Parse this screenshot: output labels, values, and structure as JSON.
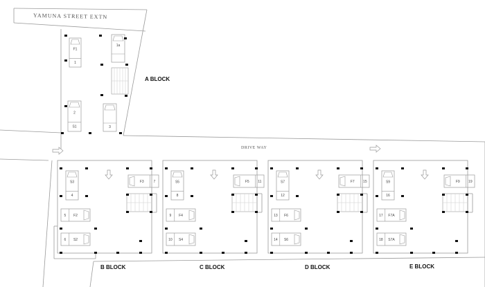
{
  "street_label": "YAMUNA STREET EXTN",
  "driveway_label": "DRIVE WAY",
  "a_block": {
    "label": "A BLOCK",
    "cars": [
      {
        "labels": [
          "F1",
          "1"
        ]
      },
      {
        "labels": [
          "1a",
          ""
        ]
      },
      {
        "labels": [
          "2",
          "S1"
        ]
      },
      {
        "labels": [
          "",
          "3"
        ]
      }
    ]
  },
  "blocks": [
    {
      "label": "B BLOCK",
      "cars": {
        "top": [
          "S3",
          "4"
        ],
        "right": [
          "F3",
          "7"
        ],
        "mid": [
          "5",
          "F2"
        ],
        "bottom": [
          "6",
          "S2"
        ]
      }
    },
    {
      "label": "C BLOCK",
      "cars": {
        "top": [
          "S5",
          "8"
        ],
        "right": [
          "F5",
          "11"
        ],
        "mid": [
          "9",
          "F4"
        ],
        "bottom": [
          "10",
          "S4"
        ]
      }
    },
    {
      "label": "D BLOCK",
      "cars": {
        "top": [
          "S7",
          "12"
        ],
        "right": [
          "F7",
          "15"
        ],
        "mid": [
          "13",
          "F6"
        ],
        "bottom": [
          "14",
          "S6"
        ]
      }
    },
    {
      "label": "E BLOCK",
      "cars": {
        "top": [
          "S9",
          "16"
        ],
        "right": [
          "F9",
          "19"
        ],
        "mid": [
          "17",
          "F7A"
        ],
        "bottom": [
          "18",
          "S7A"
        ]
      }
    }
  ],
  "colors": {
    "line": "#999999",
    "column": "#111111"
  }
}
